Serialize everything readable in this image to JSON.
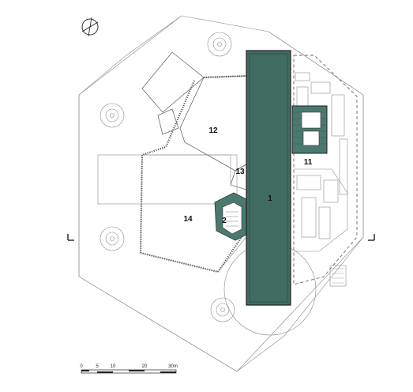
{
  "rooms": {
    "r1": "1",
    "r2": "2",
    "r11": "11",
    "r12": "12",
    "r13": "13",
    "r14": "14"
  },
  "scale_bar": {
    "ticks": [
      "0",
      "5",
      "10",
      "20",
      "30m"
    ]
  },
  "colors": {
    "main_block": "#3f6b61",
    "mesh_fill": "#4a7a6f",
    "line": "#8c8c8c"
  },
  "icons": [
    "north-arrow-icon",
    "section-marker-icon"
  ]
}
